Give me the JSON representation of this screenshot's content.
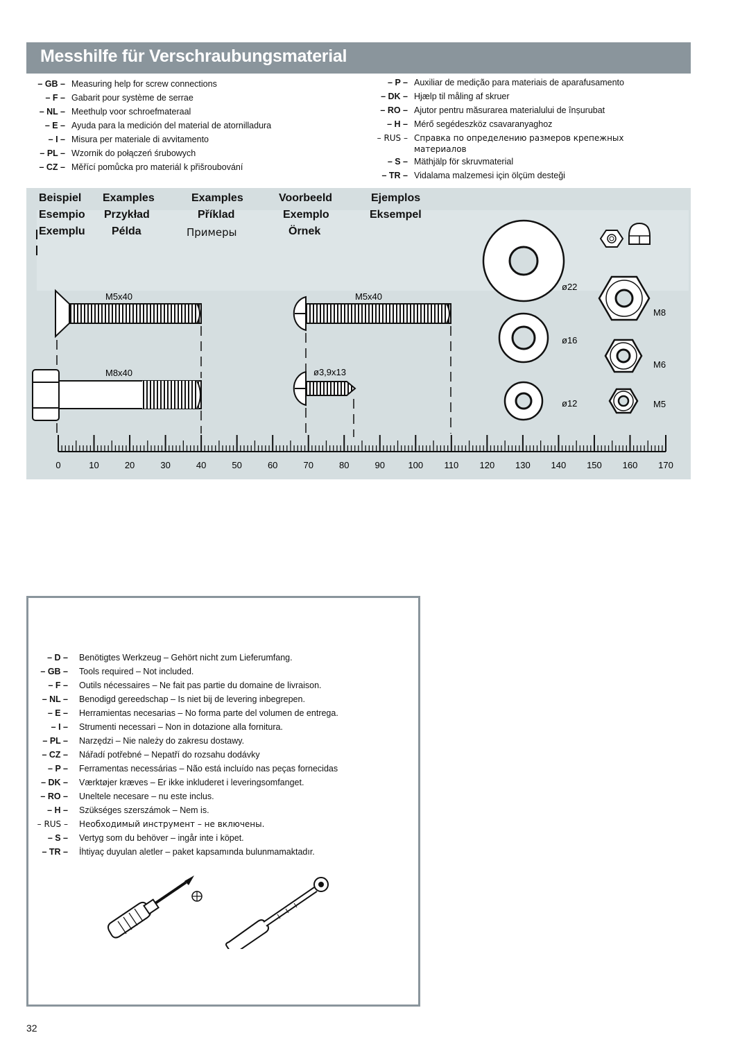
{
  "header": {
    "title": "Messhilfe für Verschraubungsmaterial"
  },
  "languages_left": [
    {
      "code": "– GB –",
      "text": "Measuring help for screw connections"
    },
    {
      "code": "– F –",
      "text": "Gabarit pour système de serrae"
    },
    {
      "code": "– NL –",
      "text": "Meethulp voor schroefmateraal"
    },
    {
      "code": "– E –",
      "text": "Ayuda para la medición del material de atornilladura"
    },
    {
      "code": "– I –",
      "text": "Misura per materiale di avvitamento"
    },
    {
      "code": "– PL –",
      "text": "Wzornik do połączeń śrubowych"
    },
    {
      "code": "– CZ –",
      "text": "Měřící pomůcka pro materiál k přišroubování"
    }
  ],
  "languages_right": [
    {
      "code": "– P –",
      "text": "Auxiliar de medição para materiais de aparafusamento"
    },
    {
      "code": "– DK –",
      "text": "Hjælp til måling af skruer"
    },
    {
      "code": "– RO –",
      "text": "Ajutor pentru măsurarea materialului de înșurubat"
    },
    {
      "code": "– H –",
      "text": "Mérő segédeszköz csavaranyaghoz"
    },
    {
      "code": "– RUS –",
      "text": "Справка по определению размеров крепежных",
      "text2": "материалов"
    },
    {
      "code": "– S –",
      "text": "Mäthjälp för skruvmaterial"
    },
    {
      "code": "– TR –",
      "text": "Vidalama malzemesi için ölçüm desteği"
    }
  ],
  "examples": {
    "row1": [
      "Beispiel",
      "Examples",
      "Examples",
      "Voorbeeld",
      "Ejemplos"
    ],
    "row2": [
      "Esempio",
      "Przykład",
      "Příklad",
      "Exemplo",
      "Eksempel"
    ],
    "row3": [
      "Exemplu",
      "Példa",
      "Примеры",
      "Örnek"
    ]
  },
  "screws": {
    "countersunk": "M5x40",
    "roundhead": "M5x40",
    "hex_bolt": "M8x40",
    "tapping": "ø3,9x13"
  },
  "washers": [
    "ø22",
    "ø16",
    "ø12"
  ],
  "nuts": [
    "M8",
    "M6",
    "M5"
  ],
  "ruler": {
    "min": 0,
    "max": 170,
    "labels": [
      "0",
      "10",
      "20",
      "30",
      "40",
      "50",
      "60",
      "70",
      "80",
      "90",
      "100",
      "110",
      "120",
      "130",
      "140",
      "150",
      "160",
      "170"
    ]
  },
  "tools_required": [
    {
      "code": "– D –",
      "text": "Benötigtes Werkzeug – Gehört nicht zum Lieferumfang."
    },
    {
      "code": "– GB –",
      "text": "Tools required – Not included."
    },
    {
      "code": "– F –",
      "text": "Outils nécessaires – Ne fait pas partie du domaine de livraison."
    },
    {
      "code": "– NL –",
      "text": "Benodigd gereedschap – Is niet bij de levering inbegrepen."
    },
    {
      "code": "– E –",
      "text": "Herramientas necesarias – No forma parte del volumen de entrega."
    },
    {
      "code": "– I –",
      "text": "Strumenti necessari – Non in dotazione alla fornitura."
    },
    {
      "code": "– PL –",
      "text": "Narzędzi – Nie należy do zakresu dostawy."
    },
    {
      "code": "– CZ –",
      "text": "Nářadí potřebné – Nepatří do rozsahu dodávky"
    },
    {
      "code": "– P –",
      "text": "Ferramentas necessárias – Não está incluído nas peças fornecidas"
    },
    {
      "code": "– DK –",
      "text": "Værktøjer kræves – Er ikke inkluderet i leveringsomfanget."
    },
    {
      "code": "– RO –",
      "text": "Uneltele necesare – nu este inclus."
    },
    {
      "code": "– H –",
      "text": "Szükséges szerszámok – Nem is."
    },
    {
      "code": "– RUS –",
      "text": "Необходимый инструмент – не включены."
    },
    {
      "code": "– S –",
      "text": "Vertyg som du behöver – ingår inte i köpet."
    },
    {
      "code": "– TR –",
      "text": "İhtiyaç duyulan aletler –  paket kapsamında bulunmamaktadır."
    }
  ],
  "page_number": "32",
  "colors": {
    "title_bar": "#8a959c",
    "panel": "#d5dee0"
  }
}
